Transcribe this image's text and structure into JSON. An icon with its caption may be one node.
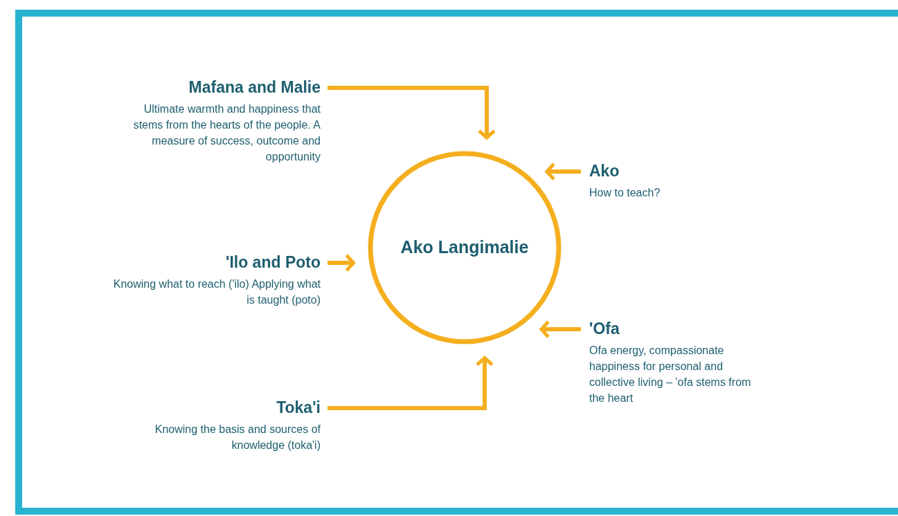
{
  "diagram": {
    "nodes": [
      {
        "text": [
          "Ako Langimalie"
        ]
      },
      {
        "text": [
          "Mafana and Malie",
          "Ultimate warmth and happiness that stems from the hearts of the people. A measure of success, outcome and opportunity"
        ]
      },
      {
        "text": [
          "Ako",
          "How to teach?"
        ]
      },
      {
        "text": [
          "'Ilo and Poto",
          "Knowing what to reach ('ilo) Applying what is taught (poto)"
        ]
      },
      {
        "text": [
          "'Ofa",
          "Ofa energy, compassionate happiness for personal and collective living – 'ofa stems from the heart"
        ]
      },
      {
        "text": [
          "Toka'i",
          "Knowing the basis and sources of knowledge (toka'i)"
        ]
      }
    ],
    "edges": [
      {
        "from": 1,
        "to": 0,
        "arrow": "to"
      },
      {
        "from": 2,
        "to": 0,
        "arrow": "to"
      },
      {
        "from": 3,
        "to": 0,
        "arrow": "to"
      },
      {
        "from": 4,
        "to": 0,
        "arrow": "to"
      },
      {
        "from": 5,
        "to": 0,
        "arrow": "to"
      }
    ]
  }
}
